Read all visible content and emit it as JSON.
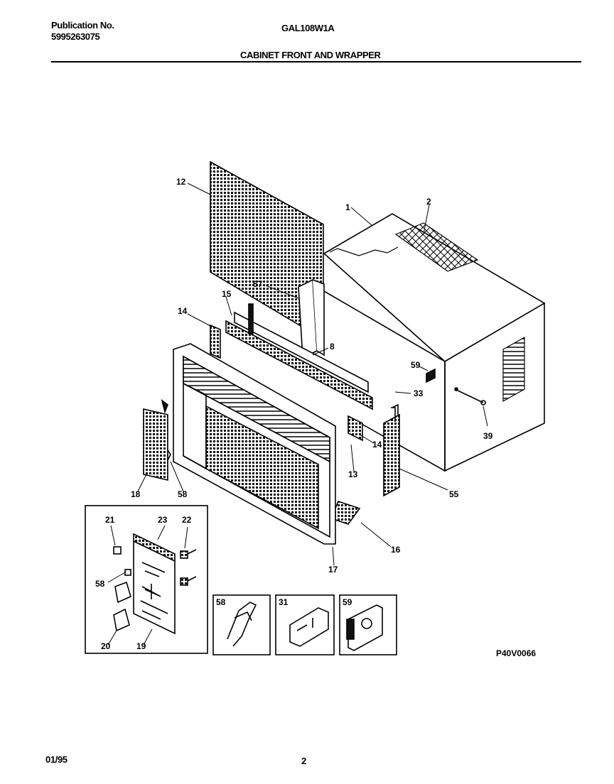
{
  "header": {
    "publication_label": "Publication No.",
    "publication_number": "5995263075",
    "model": "GAL108W1A",
    "section_title": "CABINET FRONT AND WRAPPER"
  },
  "diagram": {
    "part_labels": [
      "12",
      "1",
      "2",
      "57",
      "15",
      "14",
      "8",
      "59",
      "33",
      "39",
      "14",
      "13",
      "55",
      "18",
      "58",
      "21",
      "23",
      "22",
      "16",
      "17",
      "58",
      "20",
      "19"
    ],
    "inset_labels": [
      "58",
      "31",
      "59"
    ],
    "reference_code": "P40V0066"
  },
  "footer": {
    "date": "01/95",
    "page": "2"
  }
}
